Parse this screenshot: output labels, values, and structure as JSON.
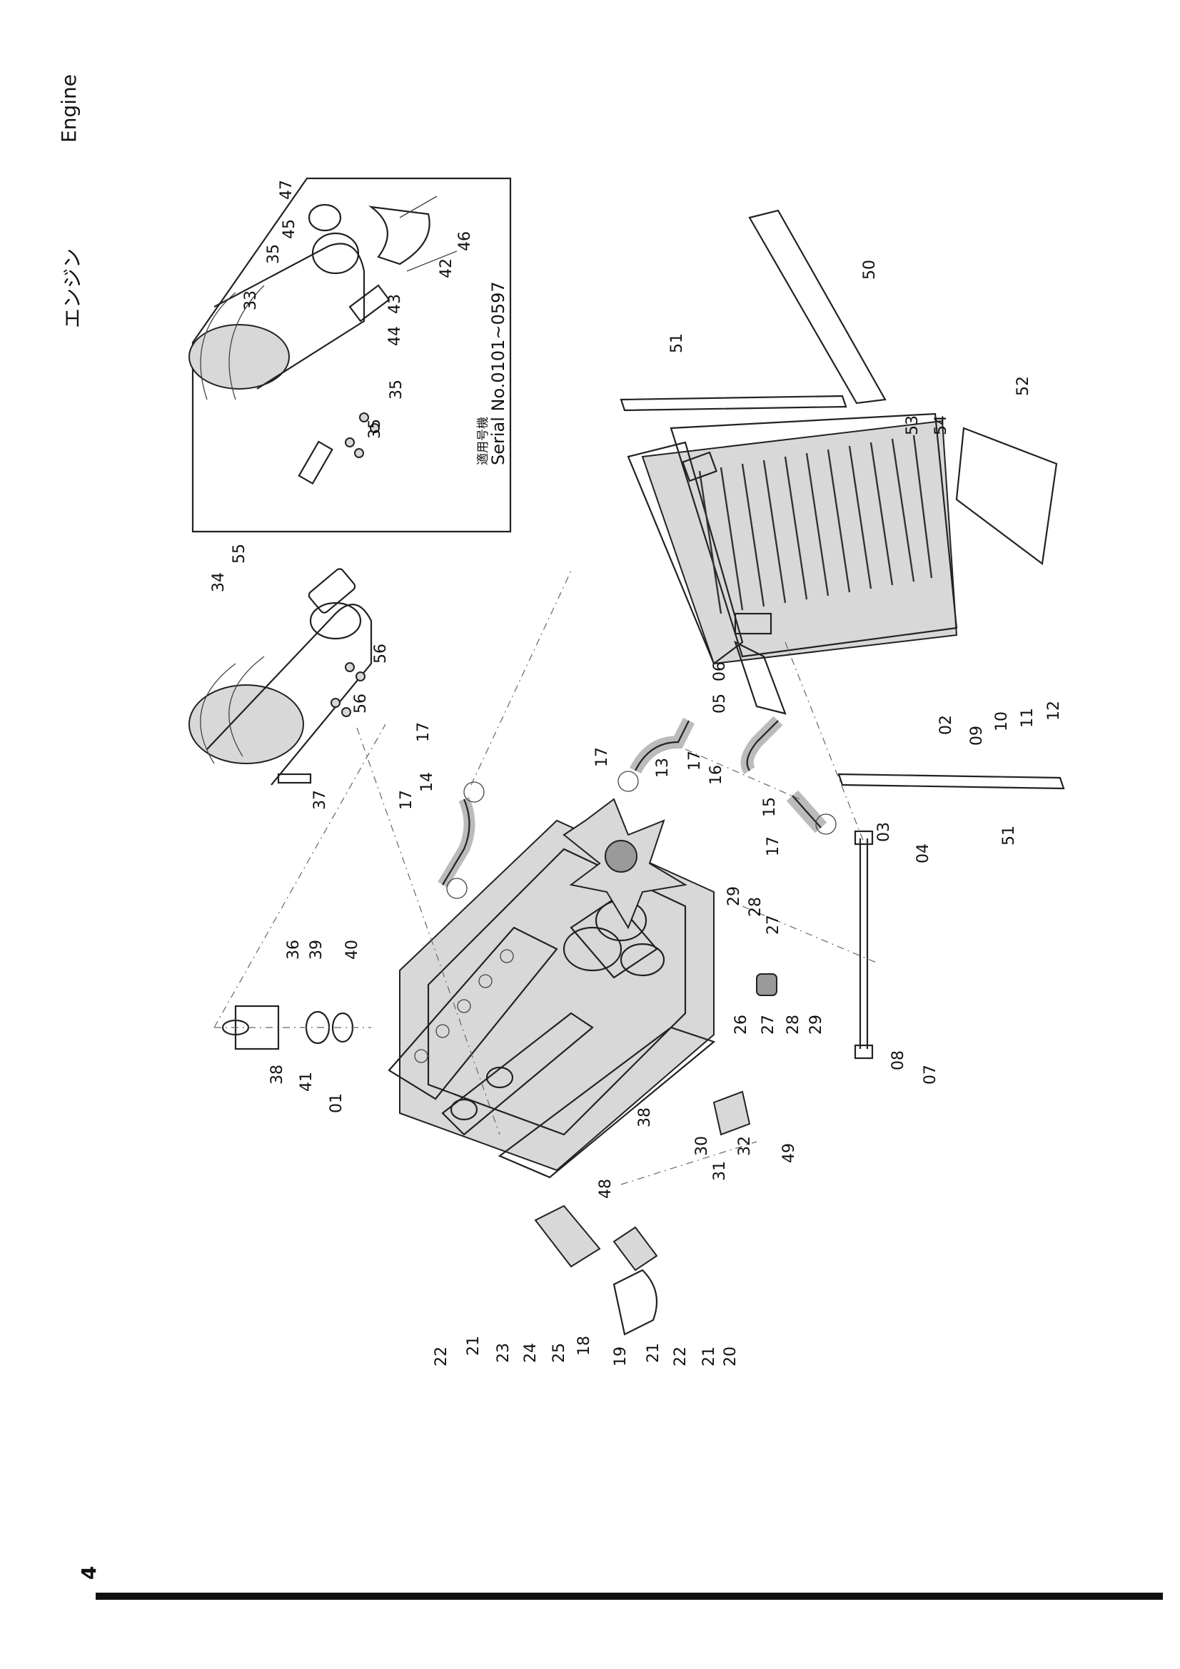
{
  "header": {
    "title_jp": "エンジン",
    "title_en": "Engine"
  },
  "inset": {
    "note_jp": "適用号機",
    "note_serial": "Serial No.0101~0597"
  },
  "callouts": {
    "c01": "01",
    "c02": "02",
    "c03": "03",
    "c04": "04",
    "c05": "05",
    "c06": "06",
    "c07": "07",
    "c08": "08",
    "c09": "09",
    "c10": "10",
    "c11": "11",
    "c12": "12",
    "c13": "13",
    "c14": "14",
    "c15": "15",
    "c16": "16",
    "c17": "17",
    "c18": "18",
    "c19": "19",
    "c20": "20",
    "c21": "21",
    "c22": "22",
    "c23": "23",
    "c24": "24",
    "c25": "25",
    "c26": "26",
    "c27": "27",
    "c28": "28",
    "c29": "29",
    "c30": "30",
    "c31": "31",
    "c32": "32",
    "c33": "33",
    "c34": "34",
    "c35": "35",
    "c36": "36",
    "c37": "37",
    "c38": "38",
    "c39": "39",
    "c40": "40",
    "c41": "41",
    "c42": "42",
    "c43": "43",
    "c44": "44",
    "c45": "45",
    "c46": "46",
    "c47": "47",
    "c48": "48",
    "c49": "49",
    "c50": "50",
    "c51": "51",
    "c52": "52",
    "c53": "53",
    "c54": "54",
    "c55": "55",
    "c56": "56"
  },
  "footer": {
    "page_number": "4"
  }
}
